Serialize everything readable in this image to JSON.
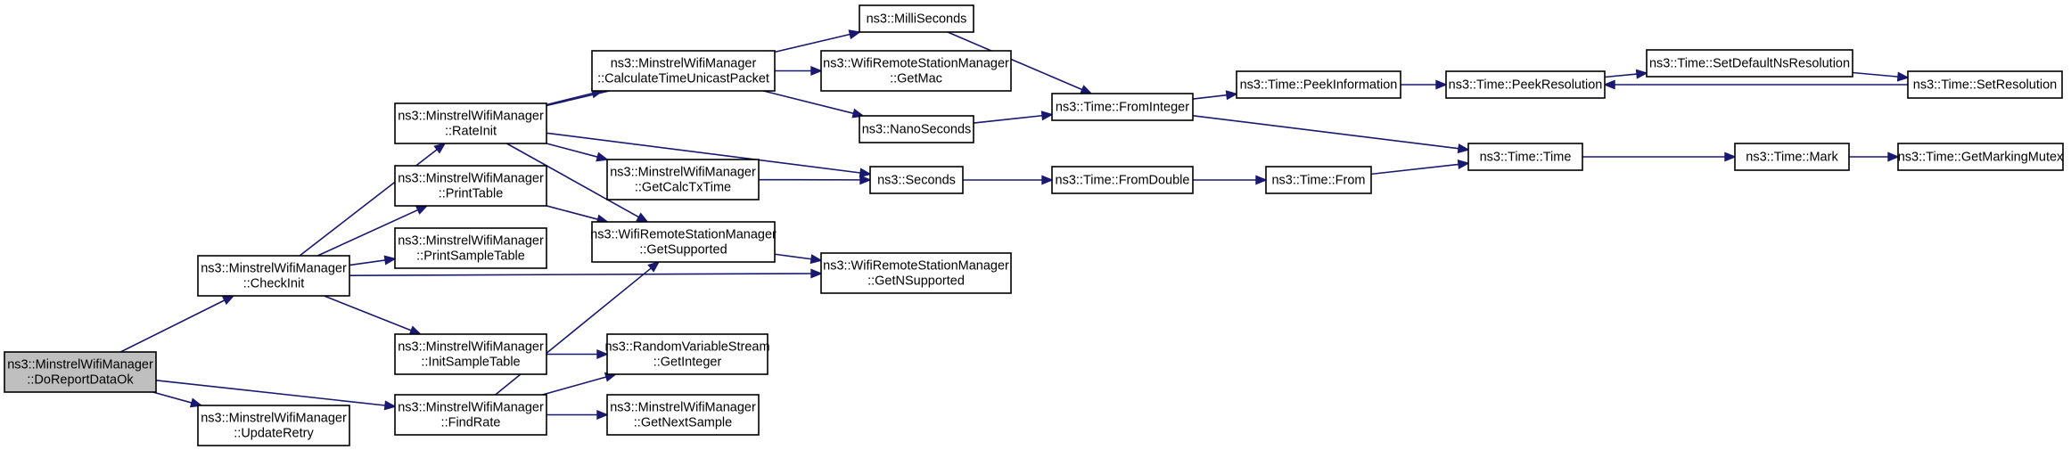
{
  "graph": {
    "nodes": [
      {
        "id": "doreport",
        "lines": [
          "ns3::MinstrelWifiManager",
          "::DoReportDataOk"
        ],
        "root": true
      },
      {
        "id": "checkinit",
        "lines": [
          "ns3::MinstrelWifiManager",
          "::CheckInit"
        ]
      },
      {
        "id": "updateretry",
        "lines": [
          "ns3::MinstrelWifiManager",
          "::UpdateRetry"
        ]
      },
      {
        "id": "rateinit",
        "lines": [
          "ns3::MinstrelWifiManager",
          "::RateInit"
        ]
      },
      {
        "id": "printtable",
        "lines": [
          "ns3::MinstrelWifiManager",
          "::PrintTable"
        ]
      },
      {
        "id": "printsample",
        "lines": [
          "ns3::MinstrelWifiManager",
          "::PrintSampleTable"
        ]
      },
      {
        "id": "initsample",
        "lines": [
          "ns3::MinstrelWifiManager",
          "::InitSampleTable"
        ]
      },
      {
        "id": "findrate",
        "lines": [
          "ns3::MinstrelWifiManager",
          "::FindRate"
        ]
      },
      {
        "id": "calctime",
        "lines": [
          "ns3::MinstrelWifiManager",
          "::CalculateTimeUnicastPacket"
        ]
      },
      {
        "id": "getcalctx",
        "lines": [
          "ns3::MinstrelWifiManager",
          "::GetCalcTxTime"
        ]
      },
      {
        "id": "getsupported",
        "lines": [
          "ns3::WifiRemoteStationManager",
          "::GetSupported"
        ]
      },
      {
        "id": "getinteger",
        "lines": [
          "ns3::RandomVariableStream",
          "::GetInteger"
        ]
      },
      {
        "id": "getnextsample",
        "lines": [
          "ns3::MinstrelWifiManager",
          "::GetNextSample"
        ]
      },
      {
        "id": "milliseconds",
        "lines": [
          "ns3::MilliSeconds"
        ]
      },
      {
        "id": "getmac",
        "lines": [
          "ns3::WifiRemoteStationManager",
          "::GetMac"
        ]
      },
      {
        "id": "nanoseconds",
        "lines": [
          "ns3::NanoSeconds"
        ]
      },
      {
        "id": "seconds",
        "lines": [
          "ns3::Seconds"
        ]
      },
      {
        "id": "getnsupported",
        "lines": [
          "ns3::WifiRemoteStationManager",
          "::GetNSupported"
        ]
      },
      {
        "id": "frominteger",
        "lines": [
          "ns3::Time::FromInteger"
        ]
      },
      {
        "id": "fromdouble",
        "lines": [
          "ns3::Time::FromDouble"
        ]
      },
      {
        "id": "peekinfo",
        "lines": [
          "ns3::Time::PeekInformation"
        ]
      },
      {
        "id": "from",
        "lines": [
          "ns3::Time::From"
        ]
      },
      {
        "id": "peekres",
        "lines": [
          "ns3::Time::PeekResolution"
        ]
      },
      {
        "id": "time",
        "lines": [
          "ns3::Time::Time"
        ]
      },
      {
        "id": "setdefault",
        "lines": [
          "ns3::Time::SetDefaultNsResolution"
        ]
      },
      {
        "id": "setres",
        "lines": [
          "ns3::Time::SetResolution"
        ]
      },
      {
        "id": "mark",
        "lines": [
          "ns3::Time::Mark"
        ]
      },
      {
        "id": "getmarking",
        "lines": [
          "ns3::Time::GetMarkingMutex"
        ]
      }
    ],
    "edges": [
      {
        "from": "doreport",
        "to": "checkinit"
      },
      {
        "from": "doreport",
        "to": "updateretry"
      },
      {
        "from": "doreport",
        "to": "findrate"
      },
      {
        "from": "checkinit",
        "to": "rateinit"
      },
      {
        "from": "checkinit",
        "to": "printtable"
      },
      {
        "from": "checkinit",
        "to": "printsample"
      },
      {
        "from": "checkinit",
        "to": "initsample"
      },
      {
        "from": "checkinit",
        "to": "getnsupported"
      },
      {
        "from": "rateinit",
        "to": "milliseconds"
      },
      {
        "from": "rateinit",
        "to": "calctime"
      },
      {
        "from": "rateinit",
        "to": "getcalctx"
      },
      {
        "from": "rateinit",
        "to": "seconds"
      },
      {
        "from": "rateinit",
        "to": "getsupported"
      },
      {
        "from": "printtable",
        "to": "getsupported"
      },
      {
        "from": "initsample",
        "to": "getinteger"
      },
      {
        "from": "findrate",
        "to": "getsupported"
      },
      {
        "from": "findrate",
        "to": "getinteger"
      },
      {
        "from": "findrate",
        "to": "getnextsample"
      },
      {
        "from": "calctime",
        "to": "getmac"
      },
      {
        "from": "calctime",
        "to": "nanoseconds"
      },
      {
        "from": "getcalctx",
        "to": "seconds"
      },
      {
        "from": "getsupported",
        "to": "getnsupported"
      },
      {
        "from": "milliseconds",
        "to": "frominteger"
      },
      {
        "from": "nanoseconds",
        "to": "frominteger"
      },
      {
        "from": "seconds",
        "to": "fromdouble"
      },
      {
        "from": "frominteger",
        "to": "peekinfo"
      },
      {
        "from": "frominteger",
        "to": "time"
      },
      {
        "from": "fromdouble",
        "to": "from"
      },
      {
        "from": "peekinfo",
        "to": "peekres"
      },
      {
        "from": "from",
        "to": "time"
      },
      {
        "from": "peekres",
        "to": "setdefault"
      },
      {
        "from": "setdefault",
        "to": "setres"
      },
      {
        "from": "setres",
        "to": "peekres"
      },
      {
        "from": "time",
        "to": "mark"
      },
      {
        "from": "mark",
        "to": "getmarking"
      }
    ]
  }
}
